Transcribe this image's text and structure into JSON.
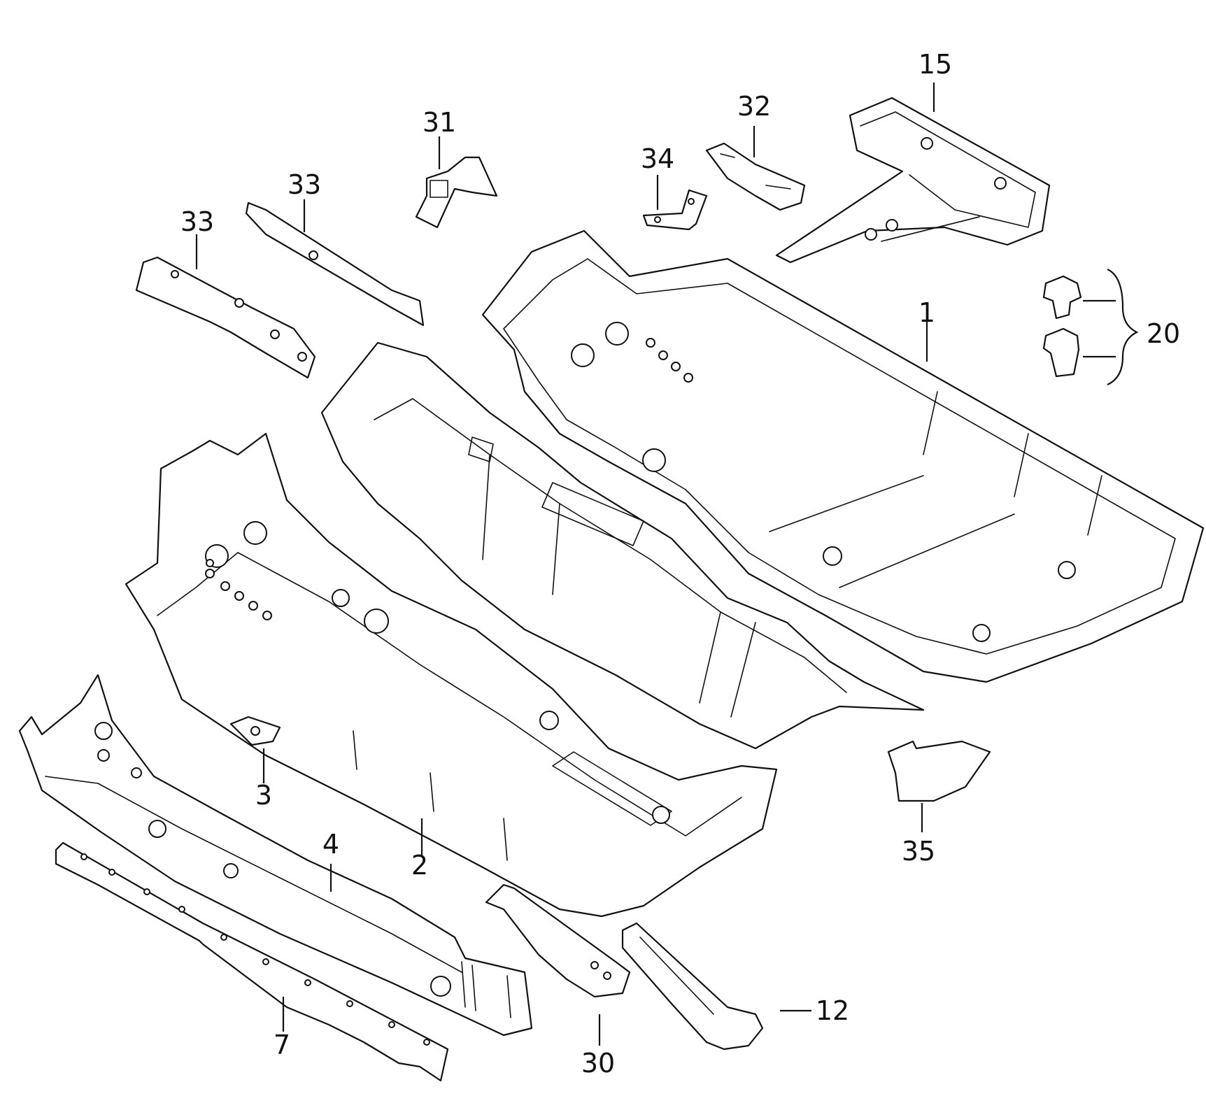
{
  "callouts": {
    "c1": "1",
    "c2": "2",
    "c3": "3",
    "c4": "4",
    "c7": "7",
    "c12": "12",
    "c15": "15",
    "c20": "20",
    "c30": "30",
    "c31": "31",
    "c32": "32",
    "c33a": "33",
    "c33b": "33",
    "c34": "34",
    "c35": "35"
  },
  "colors": {
    "line": "#111111",
    "background": "#ffffff"
  }
}
